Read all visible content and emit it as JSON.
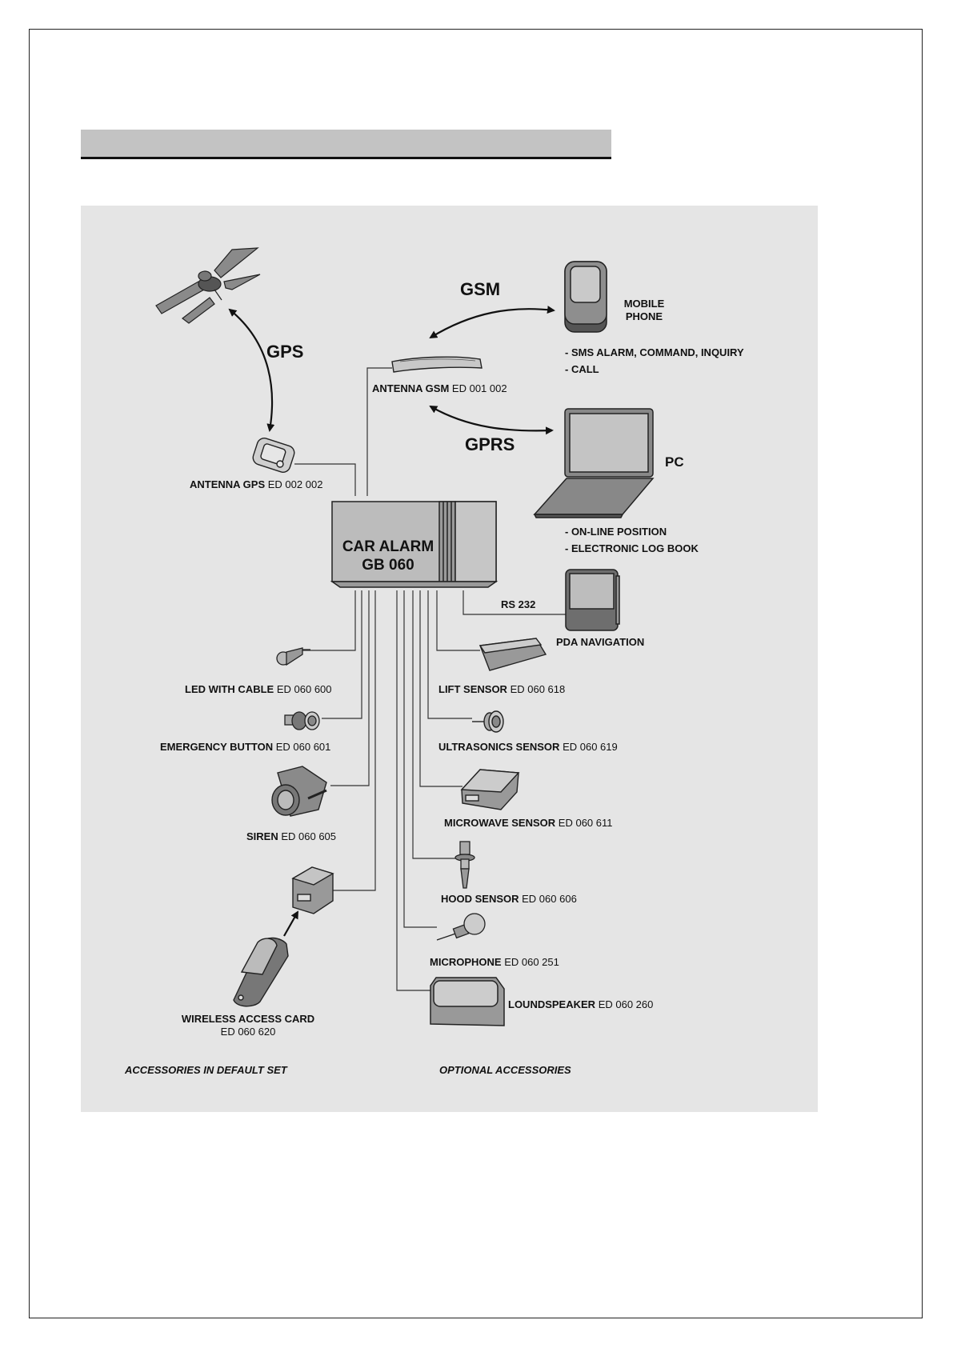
{
  "links": {
    "gps": "GPS",
    "gsm": "GSM",
    "gprs": "GPRS",
    "rs232": "RS 232"
  },
  "central_unit": {
    "line1": "CAR ALARM",
    "line2": "GB 060"
  },
  "antenna_gps": {
    "name": "ANTENNA  GPS",
    "code": "ED 002 002"
  },
  "antenna_gsm": {
    "name": "ANTENNA GSM",
    "code": "ED 001 002"
  },
  "mobile_phone": {
    "line1": "MOBILE",
    "line2": "PHONE",
    "features": [
      "- SMS ALARM, COMMAND, INQUIRY",
      "- CALL"
    ]
  },
  "pc": {
    "label": "PC",
    "features": [
      "- ON-LINE POSITION",
      "- ELECTRONIC LOG BOOK"
    ]
  },
  "pda": {
    "label": "PDA NAVIGATION"
  },
  "default_accessories": [
    {
      "name": "LED WITH CABLE",
      "code": "ED 060 600"
    },
    {
      "name": "EMERGENCY BUTTON",
      "code": "ED 060 601"
    },
    {
      "name": "SIREN",
      "code": "ED 060 605"
    },
    {
      "name": "WIRELESS ACCESS CARD",
      "code": "ED 060 620"
    }
  ],
  "optional_accessories": [
    {
      "name": "LIFT SENSOR",
      "code": "ED 060 618"
    },
    {
      "name": "ULTRASONICS SENSOR",
      "code": "ED 060 619"
    },
    {
      "name": "MICROWAVE SENSOR",
      "code": "ED 060 611"
    },
    {
      "name": "HOOD SENSOR",
      "code": "ED 060 606"
    },
    {
      "name": "MICROPHONE",
      "code": "ED 060 251"
    },
    {
      "name": "LOUNDSPEAKER",
      "code": "ED 060 260"
    }
  ],
  "captions": {
    "default_set": "ACCESSORIES IN DEFAULT SET",
    "optional": "OPTIONAL ACCESSORIES"
  }
}
